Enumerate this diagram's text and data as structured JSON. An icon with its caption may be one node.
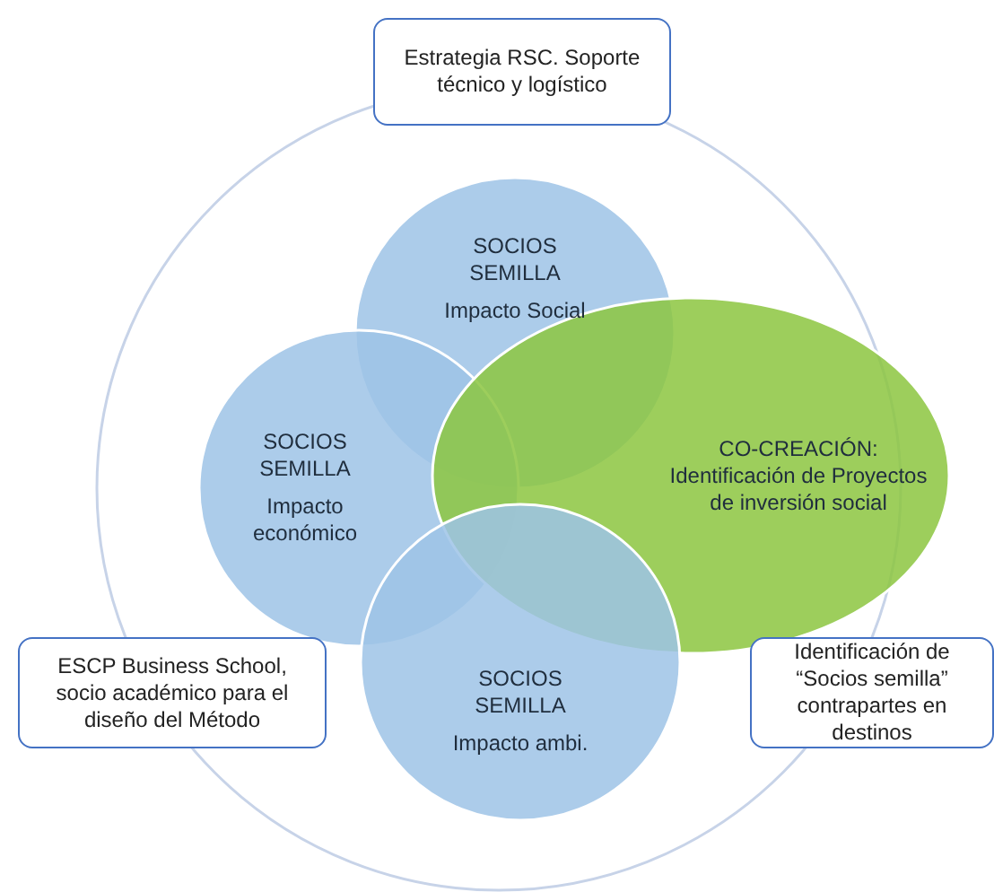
{
  "diagram": {
    "nodes": [
      {
        "text": [
          "Estrategia RSC. Soporte técnico y logístico"
        ]
      },
      {
        "text": [
          "SOCIOS SEMILLA",
          "Impacto Social"
        ]
      },
      {
        "text": [
          "SOCIOS SEMILLA",
          "Impacto económico"
        ]
      },
      {
        "text": [
          "CO-CREACIÓN: Identificación de Proyectos de inversión social"
        ]
      },
      {
        "text": [
          "SOCIOS SEMILLA",
          "Impacto ambi."
        ]
      },
      {
        "text": [
          "ESCP Business School, socio académico para el diseño del Método"
        ]
      },
      {
        "text": [
          "Identificación de “Socios semilla” contrapartes en destinos"
        ]
      }
    ],
    "edges": []
  }
}
